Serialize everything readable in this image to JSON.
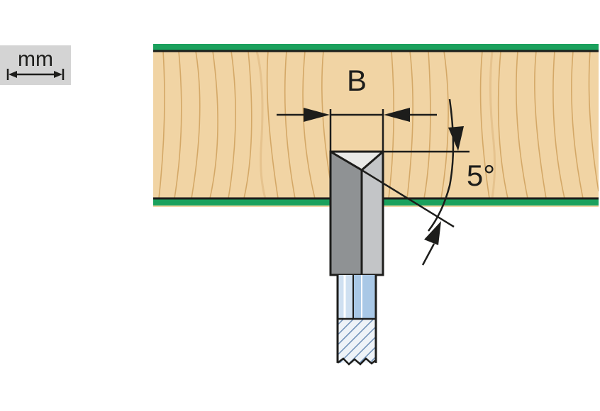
{
  "unit_badge": {
    "label": "mm"
  },
  "dimensions": {
    "width_label": "B",
    "angle_label": "5°"
  },
  "colors": {
    "edge_band": "#1ba15d",
    "wood": "#f1d4a4",
    "wood_grain": "#d4a867",
    "cutter_dark": "#8f9294",
    "cutter_light": "#c3c5c7",
    "shank": "#a9c8e6",
    "outline": "#1d1d1b",
    "badge": "#d4d4d4"
  }
}
